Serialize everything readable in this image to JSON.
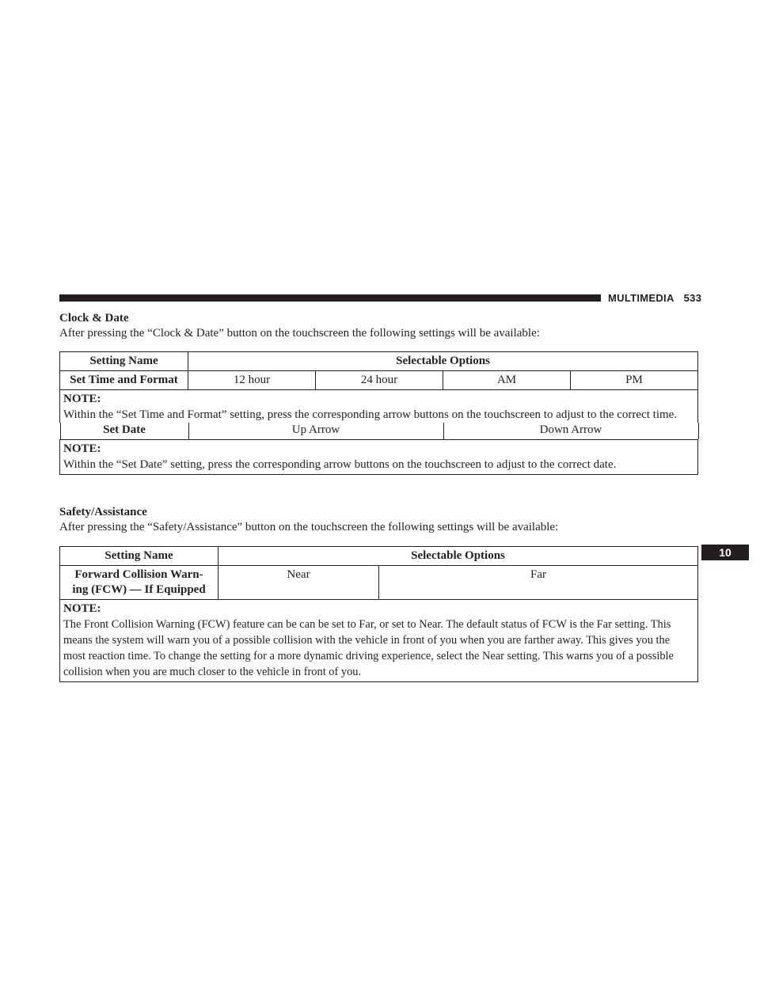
{
  "header": {
    "section": "MULTIMEDIA",
    "page_number": "533",
    "chapter_tab": "10"
  },
  "clock_date": {
    "heading": "Clock & Date",
    "intro": "After pressing the “Clock & Date” button on the touchscreen the following settings will be available:",
    "col_setting_name": "Setting Name",
    "col_selectable_options": "Selectable Options",
    "row_time": {
      "name": "Set Time and Format",
      "options": [
        "12 hour",
        "24 hour",
        "AM",
        "PM"
      ]
    },
    "note_time": {
      "label": "NOTE:",
      "text": "Within the “Set Time and Format” setting, press the corresponding arrow buttons on the touchscreen to adjust to the correct time."
    },
    "row_date": {
      "name": "Set Date",
      "options": [
        "Up Arrow",
        "Down Arrow"
      ]
    },
    "note_date": {
      "label": "NOTE:",
      "text": "Within the “Set Date” setting, press the corresponding arrow buttons on the touchscreen to adjust to the correct date."
    }
  },
  "safety": {
    "heading": "Safety/Assistance",
    "intro": "After pressing the “Safety/Assistance” button on the touchscreen the following settings will be available:",
    "col_setting_name": "Setting Name",
    "col_selectable_options": "Selectable Options",
    "row_fcw": {
      "name_line1": "Forward Collision Warn-",
      "name_line2": "ing (FCW) — If Equipped",
      "options": [
        "Near",
        "Far"
      ]
    },
    "note_fcw": {
      "label": "NOTE:",
      "text": "The Front Collision Warning (FCW) feature can be can be set to Far, or set to Near. The default status of FCW is the Far setting. This means the system will warn you of a possible collision with the vehicle in front of you when you are farther away. This gives you the most reaction time. To change the setting for a more dynamic driving experience, select the Near setting. This warns you of a possible collision when you are much closer to the vehicle in front of you."
    }
  }
}
